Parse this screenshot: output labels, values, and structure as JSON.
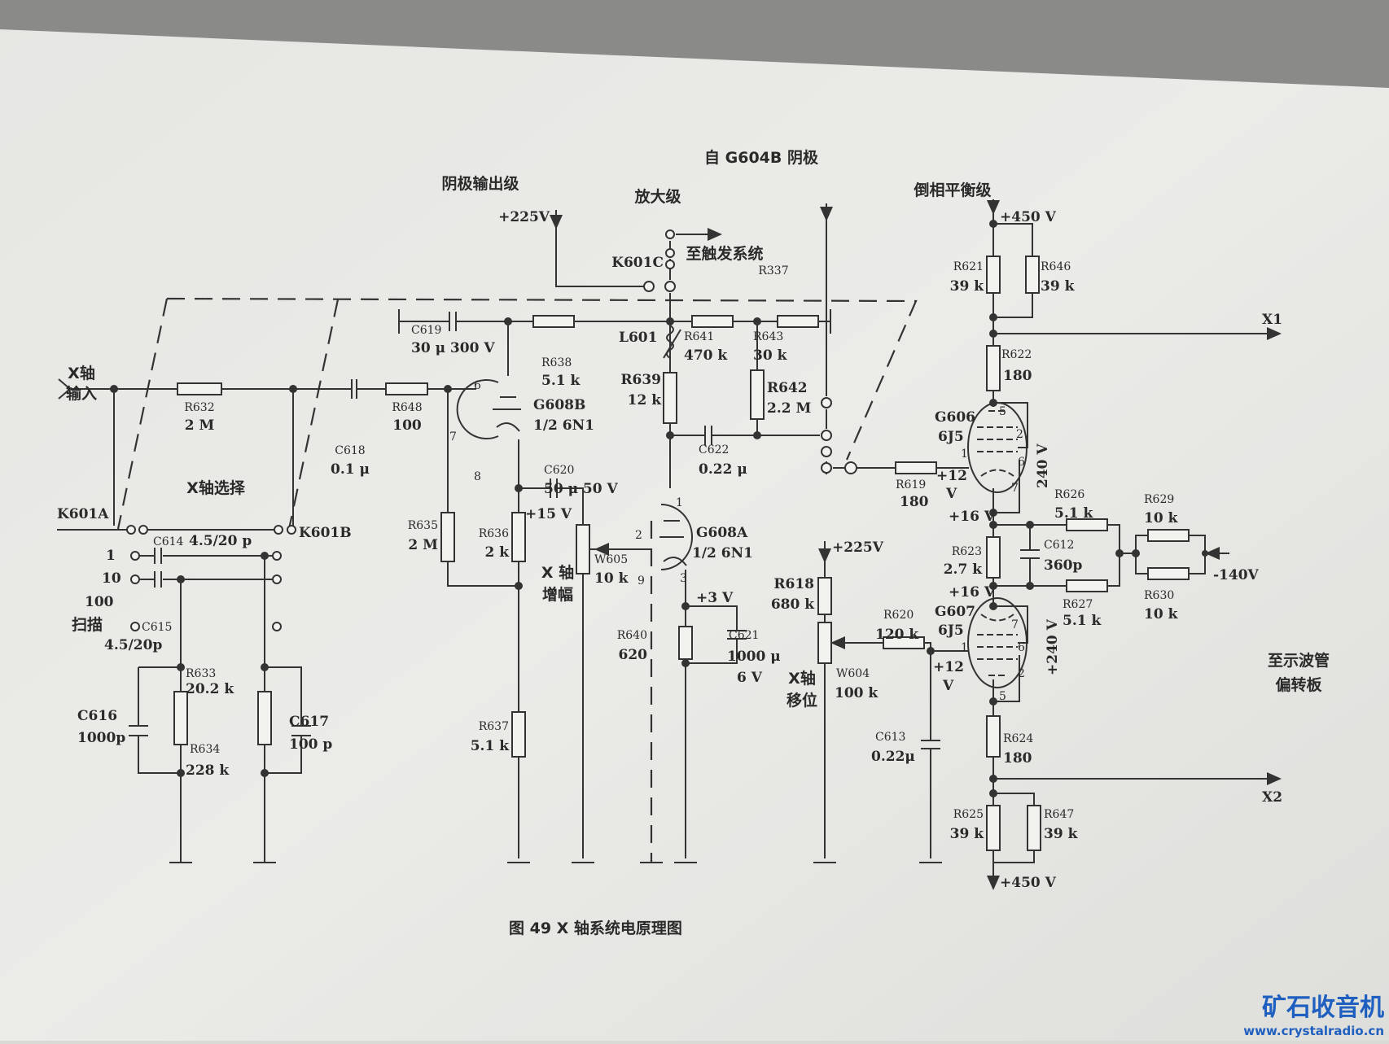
{
  "caption": "图 49   X 轴系统电原理图",
  "watermark": {
    "name": "矿石收音机",
    "url": "www.crystalradio.cn"
  },
  "headings": {
    "from_cathode": "自 G604B 阴极",
    "cathode_follower": "阴极输出级",
    "amplifier": "放大级",
    "phase_inverter": "倒相平衡级",
    "to_trigger": "至触发系统",
    "to_crt": [
      "至示波管",
      "偏转板"
    ],
    "x_input": [
      "X轴",
      "输入"
    ],
    "x_select": "X轴选择",
    "x_gain": [
      "X 轴",
      "增幅"
    ],
    "x_shift": [
      "X轴",
      "移位"
    ],
    "sweep": "扫描"
  },
  "supplies": {
    "v225a": "+225V",
    "v225b": "+225V",
    "v450a": "+450 V",
    "v450b": "+450 V",
    "vneg140": "-140V",
    "v15": "+15 V",
    "v3": "+3 V",
    "v16a": "+16 V",
    "v16b": "+16 V",
    "v12a": "+12",
    "v12b": "+12",
    "vunit": "V",
    "v240a": "240 V",
    "v240b": "+240 V"
  },
  "outputs": {
    "x1": "X1",
    "x2": "X2"
  },
  "switches": {
    "k601a": "K601A",
    "k601b": "K601B",
    "k601c": "K601C",
    "r337": "R337",
    "pos": [
      "1",
      "10",
      "100"
    ]
  },
  "tubes": {
    "g608b": {
      "ref": "G608B",
      "type": "1/2 6N1",
      "pins": [
        "6",
        "7",
        "8"
      ]
    },
    "g608a": {
      "ref": "G608A",
      "type": "1/2 6N1",
      "pins": [
        "1",
        "2",
        "3",
        "9"
      ]
    },
    "g606": {
      "ref": "G606",
      "type": "6J5",
      "pins": [
        "5",
        "2",
        "1",
        "6",
        "7"
      ]
    },
    "g607": {
      "ref": "G607",
      "type": "6J5",
      "pins": [
        "7",
        "1",
        "6",
        "2",
        "5"
      ]
    }
  },
  "components": {
    "r632": {
      "ref": "R632",
      "value": "2 M"
    },
    "r648": {
      "ref": "R648",
      "value": "100"
    },
    "c618": {
      "ref": "C618",
      "value": "0.1 μ"
    },
    "c619": {
      "ref": "C619",
      "value": "30 μ 300 V"
    },
    "r638": {
      "ref": "R638",
      "value": "5.1 k"
    },
    "l601": {
      "ref": "L601"
    },
    "r641": {
      "ref": "R641",
      "value": "470 k"
    },
    "r643": {
      "ref": "R643",
      "value": "30 k"
    },
    "r639": {
      "ref": "R639",
      "value": "12 k"
    },
    "r642": {
      "ref": "R642",
      "value": "2.2 M"
    },
    "c620": {
      "ref": "C620",
      "value": "50 μ 50 V"
    },
    "c622": {
      "ref": "C622",
      "value": "0.22 μ"
    },
    "c614": {
      "ref": "C614",
      "value": "4.5/20 p"
    },
    "c615": {
      "ref": "C615",
      "value": "4.5/20p"
    },
    "r635": {
      "ref": "R635",
      "value": "2 M"
    },
    "r636": {
      "ref": "R636",
      "value": "2 k"
    },
    "w605": {
      "ref": "W605",
      "value": "10 k"
    },
    "r640": {
      "ref": "R640",
      "value": "620"
    },
    "c621": {
      "ref": "C621",
      "value": "1000 μ",
      "voltage": "6 V"
    },
    "r633": {
      "ref": "R633",
      "value": "20.2 k"
    },
    "r634": {
      "ref": "R634",
      "value": "228 k"
    },
    "c616": {
      "ref": "C616",
      "value": "1000p"
    },
    "c617": {
      "ref": "C617",
      "value": "100 p"
    },
    "r637": {
      "ref": "R637",
      "value": "5.1 k"
    },
    "r618": {
      "ref": "R618",
      "value": "680 k"
    },
    "r620": {
      "ref": "R620",
      "value": "120 k"
    },
    "w604": {
      "ref": "W604",
      "value": "100 k"
    },
    "c613": {
      "ref": "C613",
      "value": "0.22μ"
    },
    "r621": {
      "ref": "R621",
      "value": "39 k"
    },
    "r646": {
      "ref": "R646",
      "value": "39 k"
    },
    "r622": {
      "ref": "R622",
      "value": "180"
    },
    "r619": {
      "ref": "R619",
      "value": "180"
    },
    "r626": {
      "ref": "R626",
      "value": "5.1 k"
    },
    "r623": {
      "ref": "R623",
      "value": "2.7 k"
    },
    "c612": {
      "ref": "C612",
      "value": "360p"
    },
    "r627": {
      "ref": "R627",
      "value": "5.1 k"
    },
    "r629": {
      "ref": "R629",
      "value": "10 k"
    },
    "r630": {
      "ref": "R630",
      "value": "10 k"
    },
    "r624": {
      "ref": "R624",
      "value": "180"
    },
    "r625": {
      "ref": "R625",
      "value": "39 k"
    },
    "r647": {
      "ref": "R647",
      "value": "39 k"
    }
  }
}
